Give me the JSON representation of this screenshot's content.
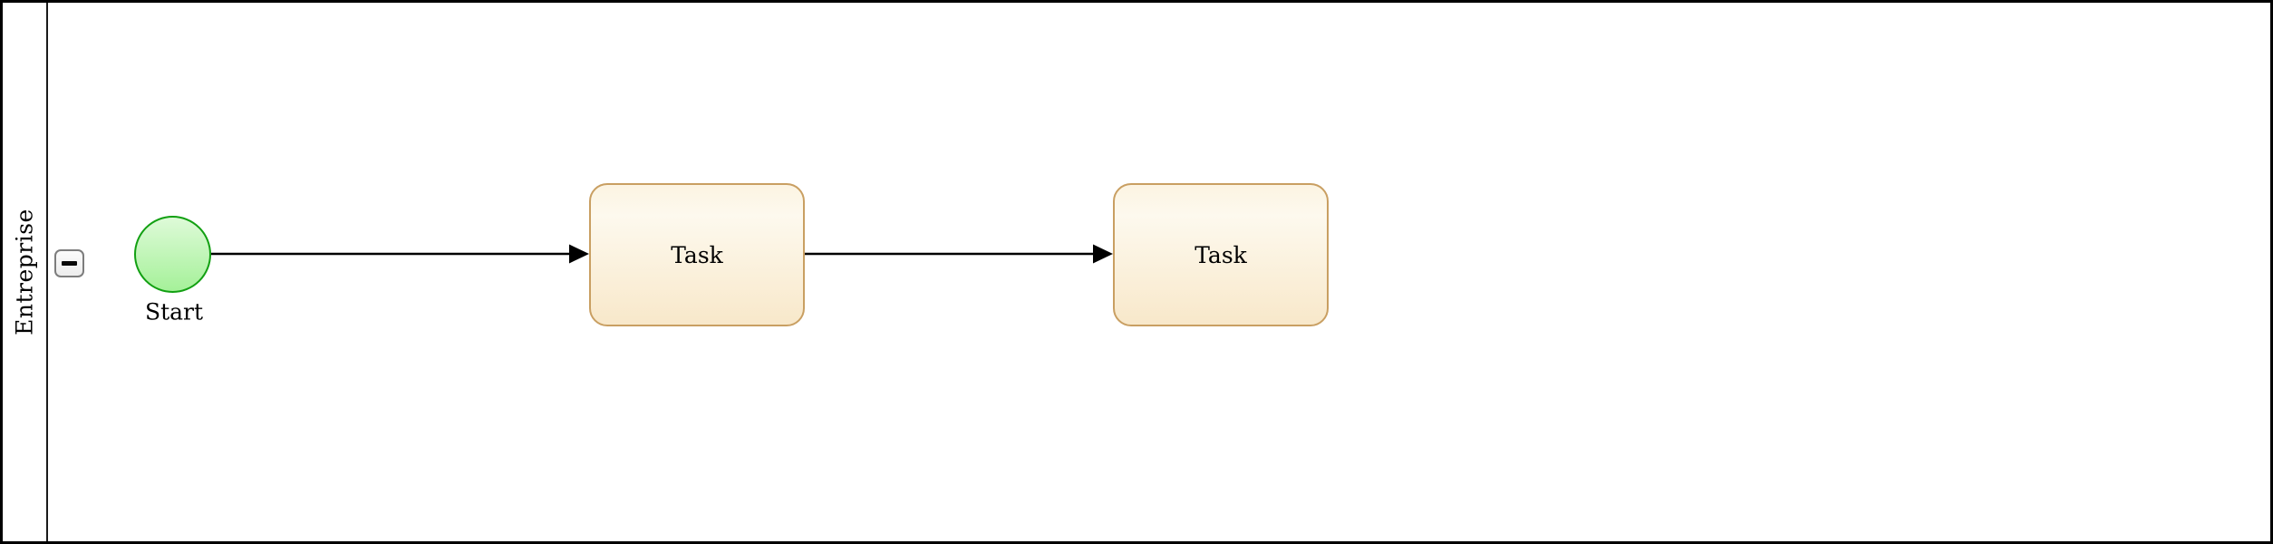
{
  "pool": {
    "lane_label": "Entreprise",
    "collapse_button_icon": "minus-icon"
  },
  "elements": {
    "start_event": {
      "label": "Start"
    },
    "tasks": [
      {
        "label": "Task"
      },
      {
        "label": "Task"
      }
    ],
    "flows": [
      {
        "from": "start-event",
        "to": "task-1"
      },
      {
        "from": "task-1",
        "to": "task-2"
      }
    ]
  },
  "colors": {
    "event_border": "#12a012",
    "event_fill_top": "#defad8",
    "event_fill_bottom": "#a5f199",
    "task_border": "#c99f62",
    "task_fill_top": "#fcf4e2",
    "task_fill_bottom": "#f8e8ca",
    "flow": "#000000",
    "pool_border": "#000000"
  }
}
